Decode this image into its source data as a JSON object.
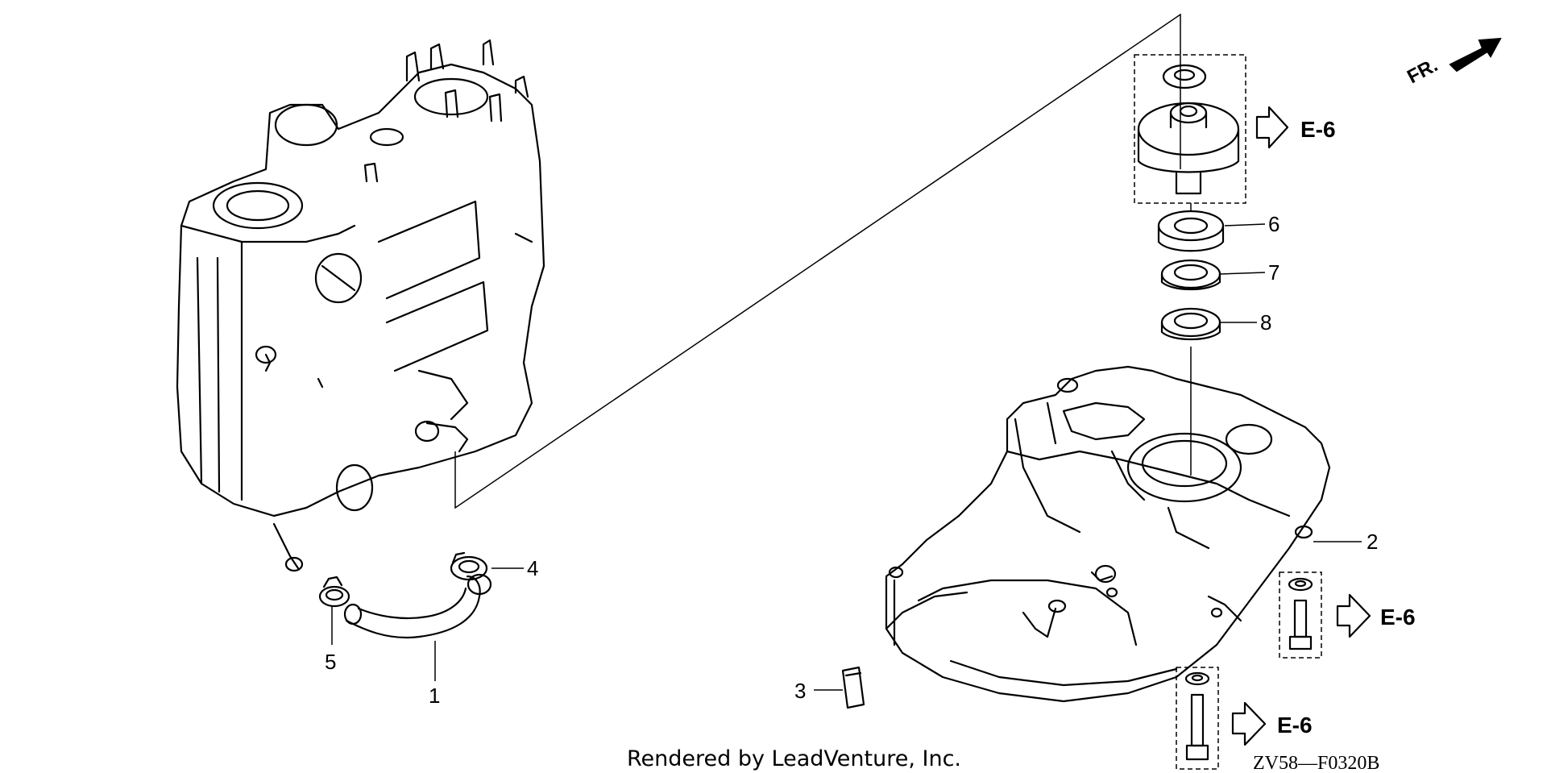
{
  "callouts": [
    {
      "id": "1",
      "label": "1"
    },
    {
      "id": "2",
      "label": "2"
    },
    {
      "id": "3",
      "label": "3"
    },
    {
      "id": "4",
      "label": "4"
    },
    {
      "id": "5",
      "label": "5"
    },
    {
      "id": "6",
      "label": "6"
    },
    {
      "id": "7",
      "label": "7"
    },
    {
      "id": "8",
      "label": "8"
    }
  ],
  "references": [
    {
      "label": "E-6"
    },
    {
      "label": "E-6"
    },
    {
      "label": "E-6"
    }
  ],
  "front_marker": "FR.",
  "credit": "Rendered by LeadVenture, Inc.",
  "diagram_code": "ZV58—F0320B"
}
